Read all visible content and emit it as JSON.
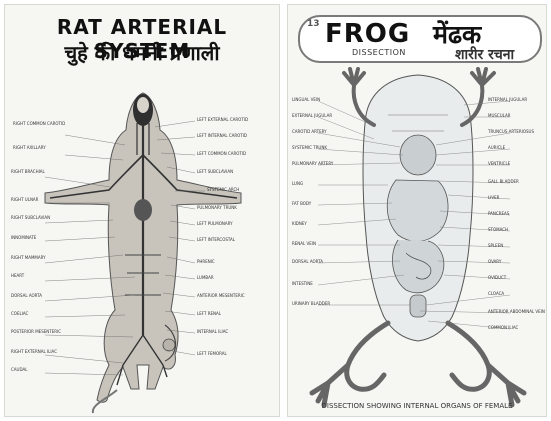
{
  "rat": {
    "title_en": "RAT ARTERIAL SYSTEM",
    "title_hi": "चुहे की धमनी प्रणाली",
    "labels_left": [
      "RIGHT COMMON CAROTID",
      "RIGHT AXILLARY",
      "RIGHT BRACHIAL",
      "RIGHT ULNAR",
      "RIGHT SUBCLAVIAN",
      "INNOMINATE",
      "RIGHT MAMMARY",
      "HEART",
      "DORSAL AORTA",
      "COELIAC",
      "POSTERIOR MESENTERIC",
      "RIGHT EXTERNAL ILIAC",
      "CAUDAL"
    ],
    "labels_right": [
      "LEFT EXTERNAL CAROTID",
      "LEFT INTERNAL CAROTID",
      "LEFT COMMON CAROTID",
      "LEFT SUBCLAVIAN",
      "SYSTEMIC ARCH",
      "PULMONARY TRUNK",
      "LEFT PULMONARY",
      "LEFT INTERCOSTAL",
      "PHRENIC",
      "LUMBAR",
      "ANTERIOR MESENTERIC",
      "LEFT RENAL",
      "INTERNAL ILIAC",
      "LEFT FEMORAL"
    ]
  },
  "frog": {
    "number": "13",
    "title_en": "FROG",
    "title_hi": "मेंढक",
    "subtitle_en": "DISSECTION",
    "subtitle_hi": "शारीर रचना",
    "caption": "DISSECTION SHOWING INTERNAL ORGANS OF FEMALE",
    "labels_left": [
      "LINGUAL VEIN",
      "EXTERNAL JUGULAR",
      "CAROTID ARTERY",
      "SYSTEMIC TRUNK",
      "PULMONARY ARTERY",
      "LUNG",
      "FAT BODY",
      "KIDNEY",
      "RENAL VEIN",
      "DORSAL AORTA",
      "INTESTINE",
      "URINARY BLADDER"
    ],
    "labels_right": [
      "INTERNAL JUGULAR",
      "MUSCULAR",
      "TRUNCUS ARTERIOSUS",
      "AURICLE",
      "VENTRICLE",
      "GALL BLADDER",
      "LIVER",
      "PANCREAS",
      "STOMACH",
      "SPLEEN",
      "OVARY",
      "OVIDUCT",
      "CLOACA",
      "ANTERIOR ABDOMINAL VEIN",
      "COMMON ILIAC"
    ]
  },
  "colors": {
    "rat_body": "#c8c4bc",
    "rat_dark": "#4a4a4a",
    "frog_line": "#555555",
    "frog_fill": "#dde2e4"
  }
}
